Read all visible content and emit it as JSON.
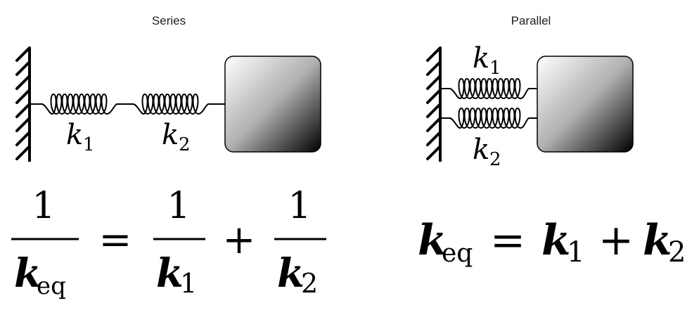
{
  "series": {
    "title": "Series",
    "spring1_label": "k",
    "spring1_sub": "1",
    "spring2_label": "k",
    "spring2_sub": "2"
  },
  "parallel": {
    "title": "Parallel",
    "spring1_label": "k",
    "spring1_sub": "1",
    "spring2_label": "k",
    "spring2_sub": "2"
  },
  "series_formula": {
    "numerator": "1",
    "lhs_den": "k",
    "lhs_den_sub": "eq",
    "equals": "=",
    "t1_num": "1",
    "t1_den": "k",
    "t1_den_sub": "1",
    "plus": "+",
    "t2_num": "1",
    "t2_den": "k",
    "t2_den_sub": "2"
  },
  "parallel_formula": {
    "lhs": "k",
    "lhs_sub": "eq",
    "equals": "=",
    "t1": "k",
    "t1_sub": "1",
    "plus": "+",
    "t2": "k",
    "t2_sub": "2"
  },
  "colors": {
    "line": "#000000",
    "mass_light": "#ffffff",
    "mass_dark": "#000000"
  }
}
